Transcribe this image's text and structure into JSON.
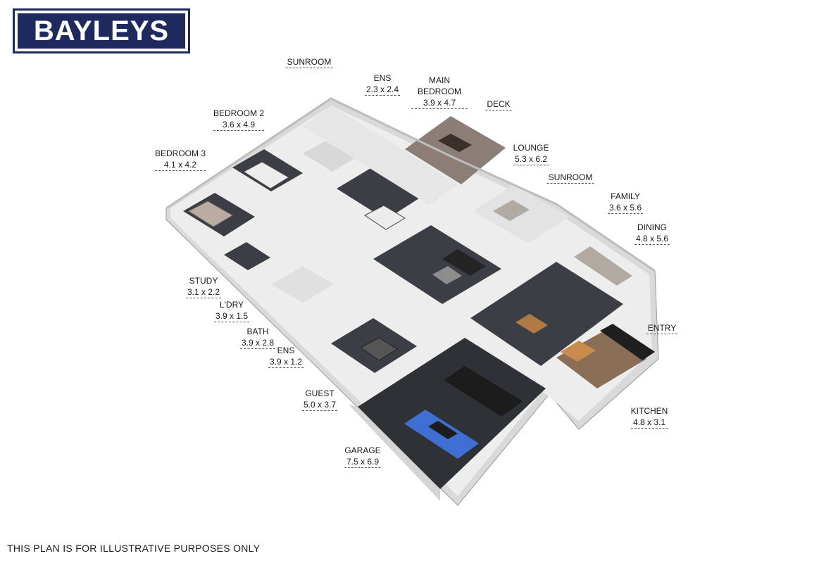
{
  "brand": {
    "logo_text": "BAYLEYS",
    "color": "#1e2a5e"
  },
  "disclaimer": "THIS PLAN IS FOR ILLUSTRATIVE PURPOSES ONLY",
  "colors": {
    "floor": "#3b3f45",
    "wall": "#f2f2f2",
    "deck": "#8a7e76",
    "timber": "#b07a44",
    "car_black": "#1c1c1c",
    "car_blue": "#3f6fd0"
  },
  "rooms": [
    {
      "name": "SUNROOM",
      "dims": ""
    },
    {
      "name": "ENS",
      "dims": "2.3 x 2.4"
    },
    {
      "name": "MAIN BEDROOM",
      "dims": "3.9 x 4.7"
    },
    {
      "name": "DECK",
      "dims": ""
    },
    {
      "name": "BEDROOM 2",
      "dims": "3.6 x 4.9"
    },
    {
      "name": "BEDROOM 3",
      "dims": "4.1 x 4.2"
    },
    {
      "name": "LOUNGE",
      "dims": "5.3 x 6.2"
    },
    {
      "name": "SUNROOM",
      "dims": ""
    },
    {
      "name": "FAMILY",
      "dims": "3.6 x 5.6"
    },
    {
      "name": "DINING",
      "dims": "4.8 x 5.6"
    },
    {
      "name": "STUDY",
      "dims": "3.1 x 2.2"
    },
    {
      "name": "L'DRY",
      "dims": "3.9 x 1.5"
    },
    {
      "name": "ENTRY",
      "dims": ""
    },
    {
      "name": "BATH",
      "dims": "3.9 x 2.8"
    },
    {
      "name": "ENS",
      "dims": "3.9 x 1.2"
    },
    {
      "name": "GUEST",
      "dims": "5.0 x 3.7"
    },
    {
      "name": "KITCHEN",
      "dims": "4.8 x 3.1"
    },
    {
      "name": "GARAGE",
      "dims": "7.5 x 6.9"
    }
  ]
}
